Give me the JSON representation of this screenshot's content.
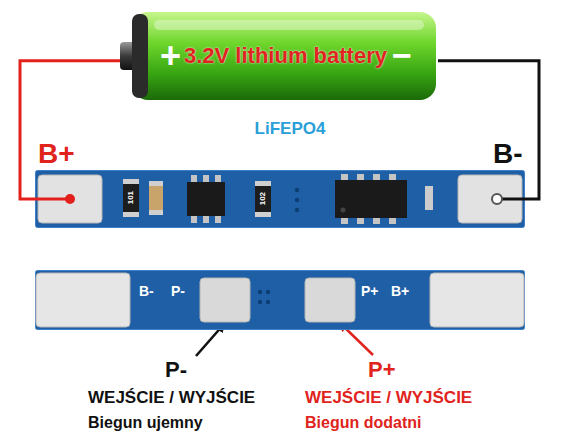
{
  "diagram": {
    "nodes": [
      {
        "text": [
          "+",
          "3.2V lithium battery",
          "−"
        ]
      },
      {
        "text": [
          "101",
          "102"
        ]
      },
      {
        "text": [
          "B-",
          "P-",
          "P+",
          "B+"
        ]
      }
    ],
    "edges": [
      {
        "from": 0,
        "to": 1,
        "arrow": "none"
      },
      {
        "from": 0,
        "to": 1,
        "arrow": "none"
      }
    ],
    "labels": [
      "LiFEPO4",
      "B+",
      "B-",
      "P-",
      "WEJŚCIE / WYJŚCIE",
      "Biegun ujemny",
      "P+",
      "WEJŚCIE / WYJŚCIE",
      "Biegun dodatni"
    ]
  }
}
